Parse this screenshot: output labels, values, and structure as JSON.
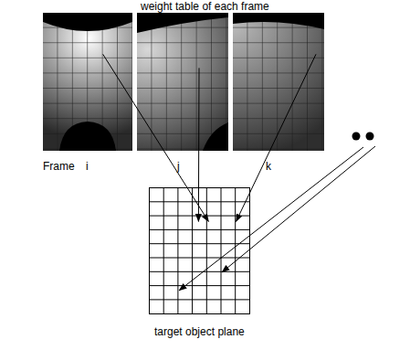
{
  "diagram": {
    "title": "weight table of each frame",
    "nodes": [
      {
        "text": [
          "i"
        ]
      },
      {
        "text": [
          "j"
        ]
      },
      {
        "text": [
          "k"
        ]
      },
      {
        "text": [
          "target object plane"
        ]
      }
    ],
    "edges": [
      {
        "from": 0,
        "to": 3,
        "arrow": "to"
      },
      {
        "from": 1,
        "to": 3,
        "arrow": "to"
      },
      {
        "from": 2,
        "to": 3,
        "arrow": "to"
      }
    ],
    "labels": [
      "Frame"
    ]
  }
}
